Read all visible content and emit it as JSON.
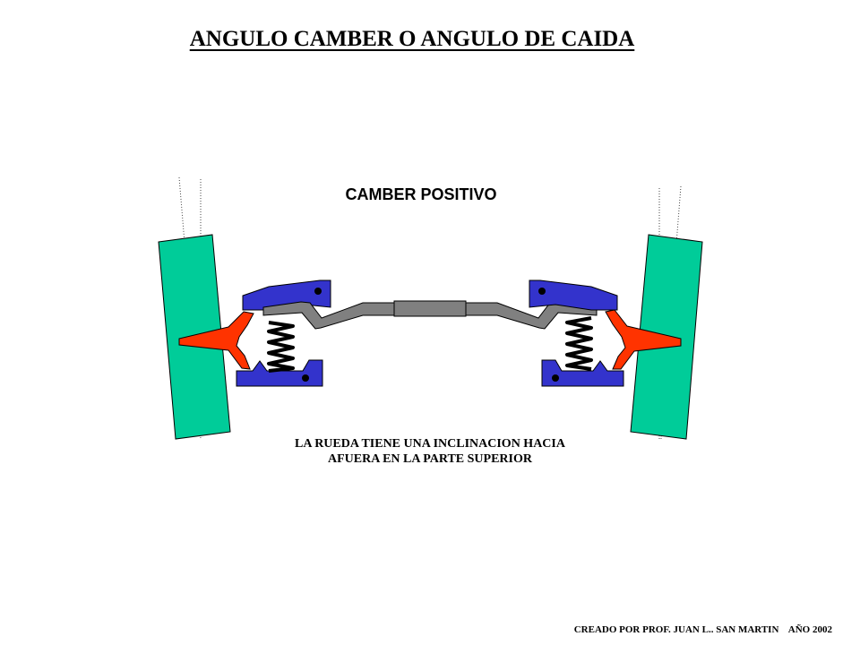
{
  "title": "ANGULO CAMBER O ANGULO DE CAIDA",
  "diagram": {
    "label": "CAMBER POSITIVO",
    "caption_line1": "LA RUEDA TIENE UNA INCLINACION HACIA",
    "caption_line2": "AFUERA EN LA PARTE SUPERIOR",
    "colors": {
      "tire": "#00cc99",
      "control_arm": "#3333cc",
      "knuckle": "#ff3300",
      "axle": "#808080",
      "spring": "#000000"
    }
  },
  "footer": "CREADO POR PROF. JUAN L.. SAN MARTIN    AÑO 2002"
}
